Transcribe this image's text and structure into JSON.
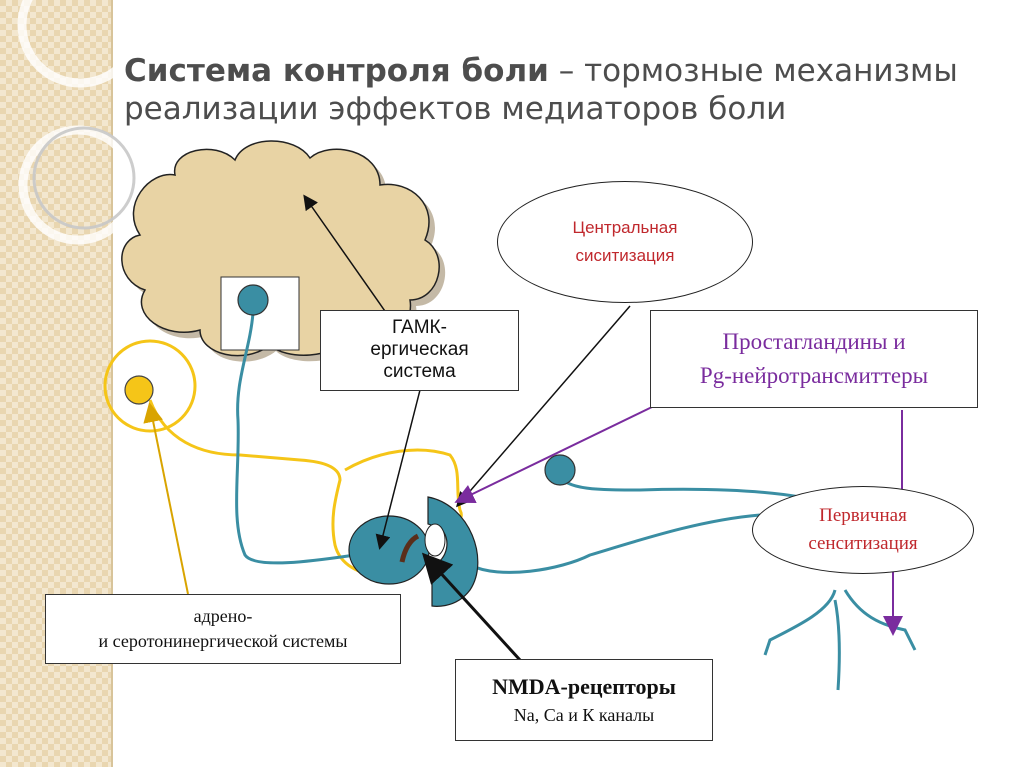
{
  "title": {
    "part1": "Система контроля боли",
    "part2": " – тормозные механизмы реализации эффектов медиаторов боли"
  },
  "labels": {
    "central": [
      "Центральная",
      "сиситизация"
    ],
    "gaba": [
      "ГАМК-",
      "ергическая",
      "система"
    ],
    "prostaglandins": [
      "Простагландины и",
      "Pg-нейротрансмиттеры"
    ],
    "primary": [
      "Первичная",
      "сенситизация"
    ],
    "adreno": [
      "адрено-",
      "и серотонинергической системы"
    ],
    "nmda_title": "NMDA-рецепторы",
    "nmda_sub": "Na, Ca  и К каналы"
  },
  "colors": {
    "teal": "#3a8ea3",
    "yellow": "#f5c518",
    "purple": "#7a2c9e",
    "red_text": "#c0282d",
    "cloud": "#e8d3a4"
  }
}
